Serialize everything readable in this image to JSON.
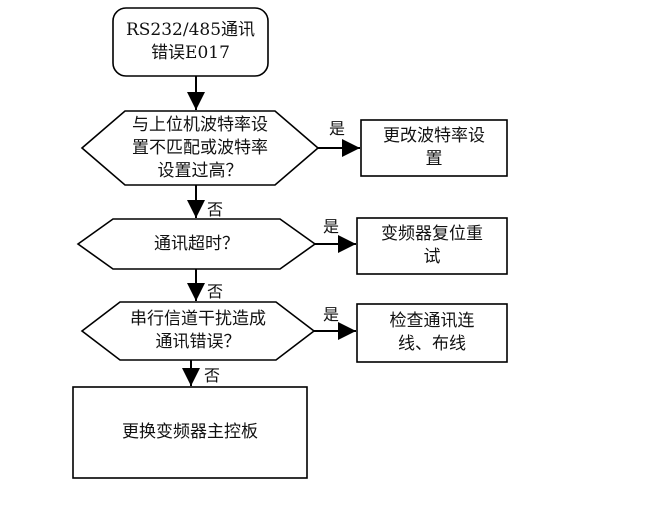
{
  "nodes": {
    "start": "RS232/485通讯\n错误E017",
    "decision1": "与上位机波特率设\n置不匹配或波特率\n设置过高？",
    "action1": "更改波特率设\n置",
    "decision2": "通讯超时？",
    "action2": "变频器复位重\n试",
    "decision3": "串行信道干扰造成\n通讯错误？",
    "action3": "检查通讯连\n线、布线",
    "final": "更换变频器主控板"
  },
  "edges": {
    "yes": "是",
    "no": "否"
  }
}
